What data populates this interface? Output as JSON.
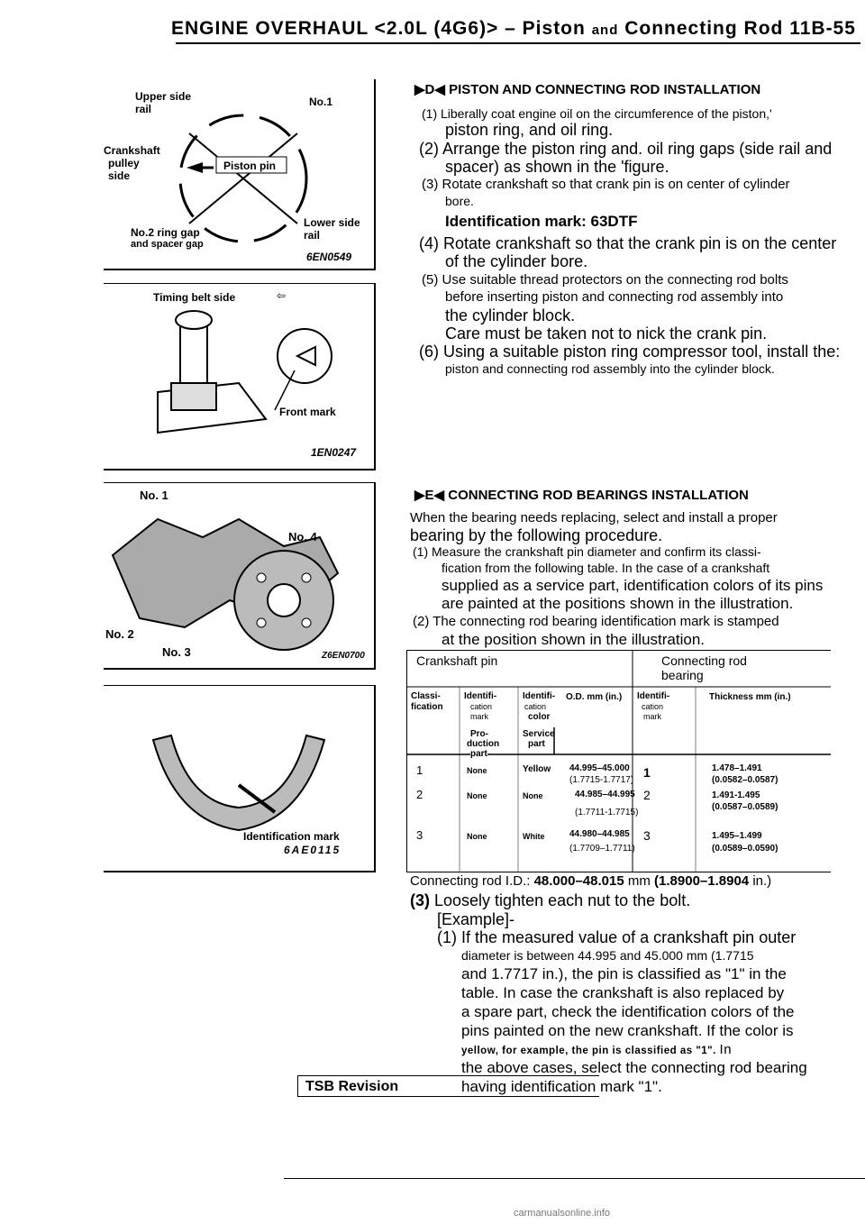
{
  "header": {
    "title": "ENGINE OVERHAUL <2.0L (4G6)> – Piston",
    "and": "and",
    "subject": "Connecting Rod",
    "page": "11B-55"
  },
  "fig1": {
    "upper_side_rail": "Upper side",
    "upper_side_rail2": "rail",
    "no1": "No.1",
    "crankshaft": "Crankshaft",
    "pulley": "pulley",
    "side": "side",
    "piston_pin": "Piston pin",
    "no2_gap": "No.2  ring  gap",
    "spacer_gap": "and spacer gap",
    "lower_side": "Lower side",
    "lower_rail": "rail",
    "code": "6EN0549"
  },
  "fig2": {
    "timing_belt": "Timing belt side",
    "front_mark": "Front mark",
    "code": "1EN0247"
  },
  "fig3": {
    "no1": "No. 1",
    "no4": "No. 4",
    "no2": "No. 2",
    "no3": "No. 3",
    "code": "Z6EN0700"
  },
  "fig4": {
    "ident_mark": "Identification  mark",
    "code": "6AE0115"
  },
  "sectionD": {
    "title": "PISTON AND CONNECTING ROD INSTALLATION",
    "lines": [
      "(1)  Liberally coat engine oil on the circumference of the piston,'",
      "piston ring, and oil ring.",
      "(2) Arrange the piston ring and. oil ring gaps (side rail and",
      "spacer) as shown in the 'figure.",
      "(3)  Rotate crankshaft so that crank pin is on center of cylinder",
      "bore.",
      "Identification mark: 63DTF",
      "(4) Rotate crankshaft so that the crank pin is on the center",
      "of the cylinder bore.",
      "(5)  Use suitable thread protectors on the connecting rod bolts",
      "before inserting piston and connecting rod assembly into",
      "the cylinder block.",
      "Care must be taken not to nick the crank pin.",
      "(6) Using a suitable piston ring compressor tool, install the:",
      "piston and connecting rod assembly into the cylinder block."
    ]
  },
  "sectionE": {
    "title": "CONNECTING ROD BEARINGS INSTALLATION",
    "lines": [
      "When the bearing needs replacing, select and install a proper",
      "bearing by the following procedure.",
      "(1)  Measure the crankshaft pin diameter and confirm its classi-",
      "fication from the following table. In the case of a crankshaft",
      "supplied as a service part, identification colors of its pins",
      "are painted at the positions shown in the illustration.",
      "(2) The connecting rod bearing identification mark is stamped",
      "at the position shown in the illustration."
    ]
  },
  "table": {
    "head_pin": "Crankshaft pin",
    "head_rod": "Connecting rod",
    "head_rod2": "bearing",
    "col_class": "Classi-",
    "col_class2": "fication",
    "col_ident": "Identifi-",
    "col_ident2": "cation",
    "col_ident3": "mark",
    "col_color": "Identifi-",
    "col_color2": "cation",
    "col_color3": "color",
    "col_od": "O.D. mm (in.)",
    "col_rmark": "Identifi-",
    "col_rmark2": "cation",
    "col_rmark3": "mark",
    "col_thick": "Thickness  mm  (in.)",
    "sub_prod": "Pro-",
    "sub_prod2": "duction",
    "sub_prod3": "part",
    "sub_serv": "Service",
    "sub_serv2": "part",
    "rows": [
      {
        "cls": "1",
        "mark": "None",
        "color": "Yellow",
        "od": "44.995–45.000",
        "od_in": "(1.7715-1.7717)",
        "rmark": "1",
        "thick": "1.478–1.491",
        "thick_in": "(0.0582–0.0587)"
      },
      {
        "cls": "2",
        "mark": "None",
        "color": "None",
        "od": "44.985–44.995",
        "od_in": "(1.7711-1.7715)",
        "rmark": "2",
        "thick": "1.491-1.495",
        "thick_in": "(0.0587–0.0589)"
      },
      {
        "cls": "3",
        "mark": "None",
        "color": "White",
        "od": "44.980–44.985",
        "od_in": "(1.7709–1.7711)",
        "rmark": "3",
        "thick": "1.495–1.499",
        "thick_in": "(0.0589–0.0590)"
      }
    ]
  },
  "after": {
    "rod_id": "Connecting rod I.D.:",
    "rod_id_val": "48.000–48.015",
    "rod_id_mm": "mm",
    "rod_id_in": "(1.8900–1.8904",
    "rod_id_in2": "in.)",
    "step3": "(3)",
    "step3_text": "Loosely tighten each nut to the bolt.",
    "example": "[Example]-",
    "ex1": "(1) If the measured value of a crankshaft pin outer",
    "ex2": "diameter is between 44.995 and 45.000 mm (1.7715",
    "ex3": "and 1.7717 in.), the pin is classified as \"1\" in the",
    "ex4": "table. In case the crankshaft is also replaced by",
    "ex5": "a spare part, check the identification colors of the",
    "ex6": "pins painted on the new crankshaft. If the color is",
    "ex7": "yellow, for example, the pin is classified as \"1\".",
    "ex7b": "In",
    "ex8": "the above cases, select the connecting rod bearing",
    "ex9": "having identification mark \"1\"."
  },
  "tsb": "TSB Revision",
  "footer": "carmanualsonline.info"
}
